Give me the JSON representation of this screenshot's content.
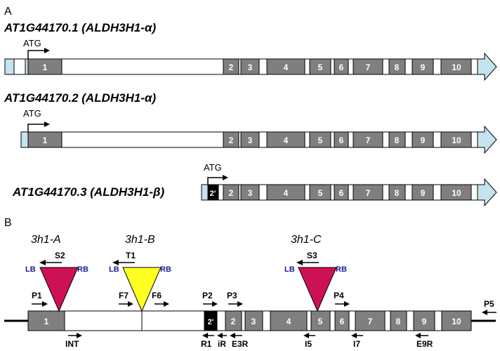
{
  "panel_a": {
    "label": "A",
    "transcripts": [
      {
        "title": "AT1G44170.1 (ALDH3H1-α)",
        "atg": "ATG",
        "exons": [
          "1",
          "2",
          "3",
          "4",
          "5",
          "6",
          "7",
          "8",
          "9",
          "10"
        ]
      },
      {
        "title": "AT1G44170.2 (ALDH3H1-α)",
        "atg": "ATG",
        "exons": [
          "1",
          "2",
          "3",
          "4",
          "5",
          "6",
          "7",
          "8",
          "9",
          "10"
        ]
      },
      {
        "title": "AT1G44170.3 (ALDH3H1-β)",
        "atg": "ATG",
        "exons": [
          "2'",
          "2",
          "3",
          "4",
          "5",
          "6",
          "7",
          "8",
          "9",
          "10"
        ]
      }
    ]
  },
  "panel_b": {
    "label": "B",
    "exons": [
      "1",
      "2'",
      "2",
      "3",
      "4",
      "5",
      "6",
      "7",
      "8",
      "9",
      "10"
    ],
    "insertions": [
      {
        "name": "3h1-A",
        "primer": "S2",
        "lb": "LB",
        "rb": "RB",
        "color": "#cc1155"
      },
      {
        "name": "3h1-B",
        "primer": "T1",
        "lb": "LB",
        "rb": "RB",
        "color": "#ffff22"
      },
      {
        "name": "3h1-C",
        "primer": "S3",
        "lb": "LB",
        "rb": "RB",
        "color": "#cc1155"
      }
    ],
    "primers_forward": [
      "P1",
      "F7",
      "F6",
      "P2",
      "P3",
      "P4",
      "P5"
    ],
    "primers_reverse": [
      "INT",
      "R1",
      "iR",
      "E3R",
      "I5",
      "I7",
      "E9R"
    ]
  },
  "colors": {
    "exon": "#7f7f7f",
    "utr": "#c5e3ee",
    "border_label": "#1a1a9e",
    "alt_exon": "#000000"
  }
}
